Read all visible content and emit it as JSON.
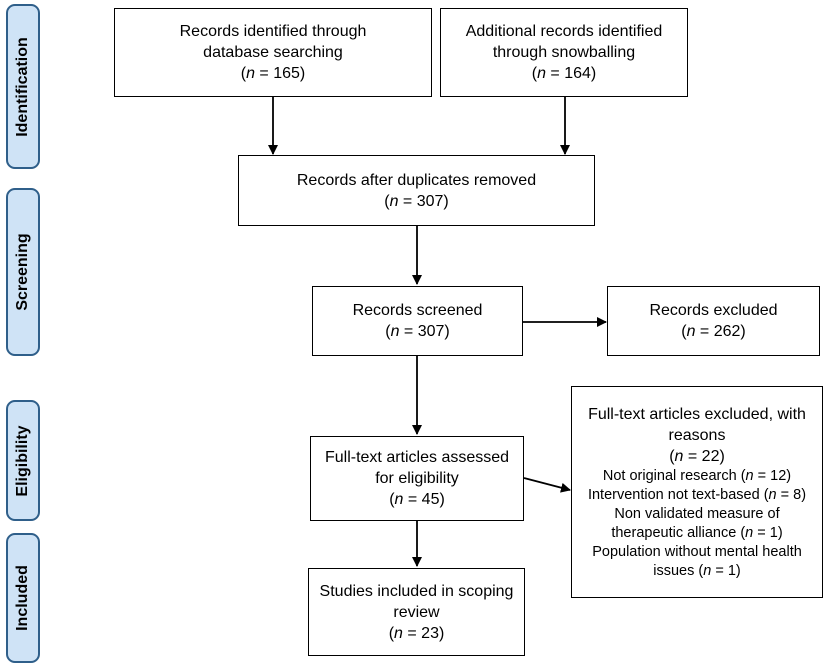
{
  "stages": {
    "identification": "Identification",
    "screening": "Screening",
    "eligibility": "Eligibility",
    "included": "Included"
  },
  "n_symbol": "n",
  "boxes": {
    "db_search": {
      "line1": "Records identified through",
      "line2": "database searching",
      "count": " = 165)"
    },
    "snowballing": {
      "line1": "Additional records identified",
      "line2": "through snowballing",
      "count": " =  164)"
    },
    "duplicates": {
      "line1": "Records after duplicates removed",
      "count": " = 307)"
    },
    "screened": {
      "line1": "Records screened",
      "count": " = 307)"
    },
    "excluded": {
      "line1": "Records excluded",
      "count": " =  262)"
    },
    "fulltext": {
      "line1": "Full-text articles assessed",
      "line2": "for eligibility",
      "count": " =  45)"
    },
    "fulltext_excluded": {
      "line1": "Full-text articles excluded, with",
      "line2": "reasons",
      "count": " =  22)",
      "reason1_text": "Not original research (",
      "reason1_count": " = 12)",
      "reason2_text": "Intervention not text-based (",
      "reason2_count": " = 8)",
      "reason3_line1": "Non validated measure of",
      "reason3_text": "therapeutic alliance (",
      "reason3_count": " = 1)",
      "reason4_line1": "Population without mental health",
      "reason4_text": "issues (",
      "reason4_count": " = 1)"
    },
    "included": {
      "line1": "Studies included in scoping",
      "line2": "review",
      "count": " =  23)"
    }
  }
}
